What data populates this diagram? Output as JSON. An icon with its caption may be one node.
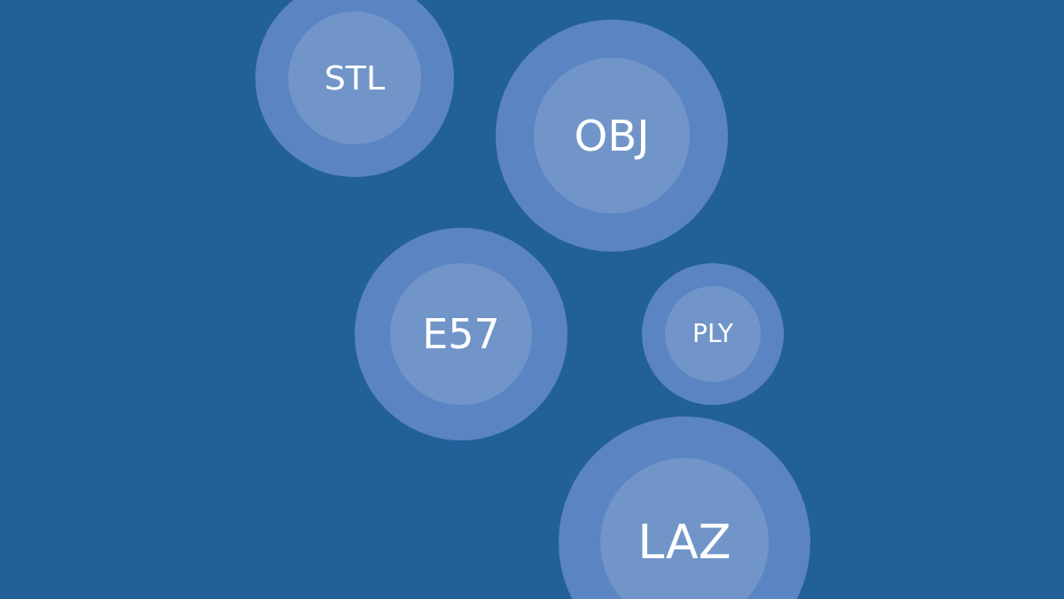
{
  "diagram": {
    "nodes": [
      {
        "text": [
          "STL"
        ]
      },
      {
        "text": [
          "OBJ"
        ]
      },
      {
        "text": [
          "E57"
        ]
      },
      {
        "text": [
          "PLY"
        ]
      },
      {
        "text": [
          "LAZ"
        ]
      }
    ]
  }
}
